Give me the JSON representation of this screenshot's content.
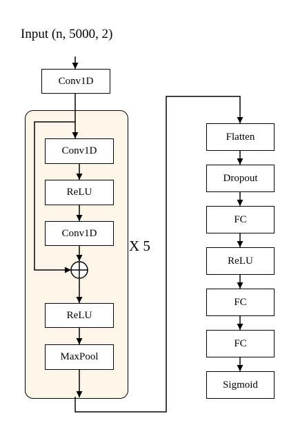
{
  "input": {
    "label": "Input (n, 5000, 2)"
  },
  "blocks": {
    "conv_top": "Conv1D",
    "conv_1": "Conv1D",
    "relu_1": "ReLU",
    "conv_2": "Conv1D",
    "relu_2": "ReLU",
    "maxpool": "MaxPool"
  },
  "repeat": {
    "label": "X 5"
  },
  "head": [
    "Flatten",
    "Dropout",
    "FC",
    "ReLU",
    "FC",
    "FC",
    "Sigmoid"
  ],
  "colors": {
    "repeat_fill": "#fdf6e8",
    "stroke": "#000000",
    "background": "#ffffff"
  }
}
